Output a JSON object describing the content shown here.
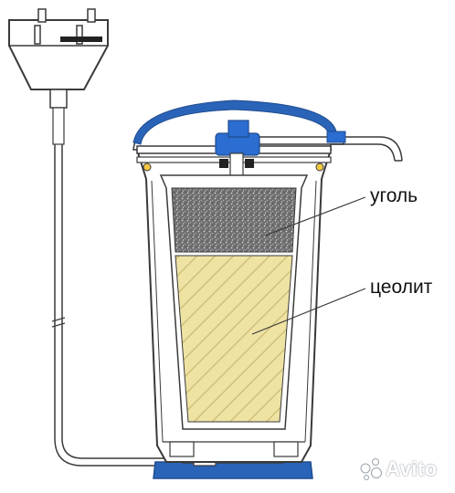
{
  "labels": {
    "coal": "уголь",
    "zeolite": "цеолит"
  },
  "watermark": {
    "text": "Avito"
  },
  "colors": {
    "housing_blue": "#2a64b8",
    "cap_blue": "#2b6dd1",
    "coal_fill": "#6f6f6f",
    "zeolite_fill": "#efe3a4",
    "zeolite_hatch": "#cfc07a",
    "outline": "#3a3a3a",
    "background": "#ffffff"
  }
}
